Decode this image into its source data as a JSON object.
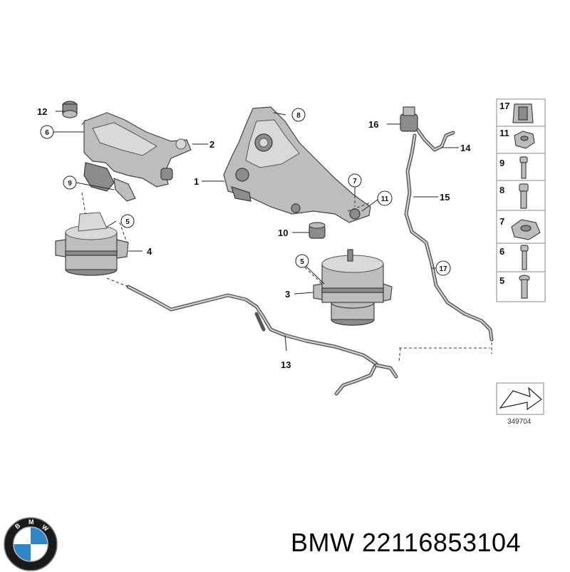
{
  "diagram": {
    "callouts": [
      "1",
      "2",
      "3",
      "4",
      "5",
      "6",
      "7",
      "8",
      "9",
      "10",
      "11",
      "12",
      "13",
      "14",
      "15",
      "16",
      "17"
    ],
    "circled": {
      "c6": "6",
      "c9": "9",
      "c5a": "5",
      "c8": "8",
      "c7": "7",
      "c11": "11",
      "c5b": "5",
      "c17": "17"
    },
    "plain": {
      "p12": "12",
      "p2": "2",
      "p1": "1",
      "p4": "4",
      "p10": "10",
      "p3": "3",
      "p13": "13",
      "p16": "16",
      "p14": "14",
      "p15": "15"
    },
    "side_parts": [
      "17",
      "11",
      "9",
      "8",
      "7",
      "6",
      "5"
    ],
    "diagram_code": "349704"
  },
  "footer": {
    "brand": "BMW",
    "part_number": "22116853104",
    "title": "BMW 22116853104"
  },
  "colors": {
    "part_gray": "#bdbdbd",
    "line": "#222222",
    "logo_blue": "#2e86c9",
    "logo_ring": "#1a1a1a"
  }
}
